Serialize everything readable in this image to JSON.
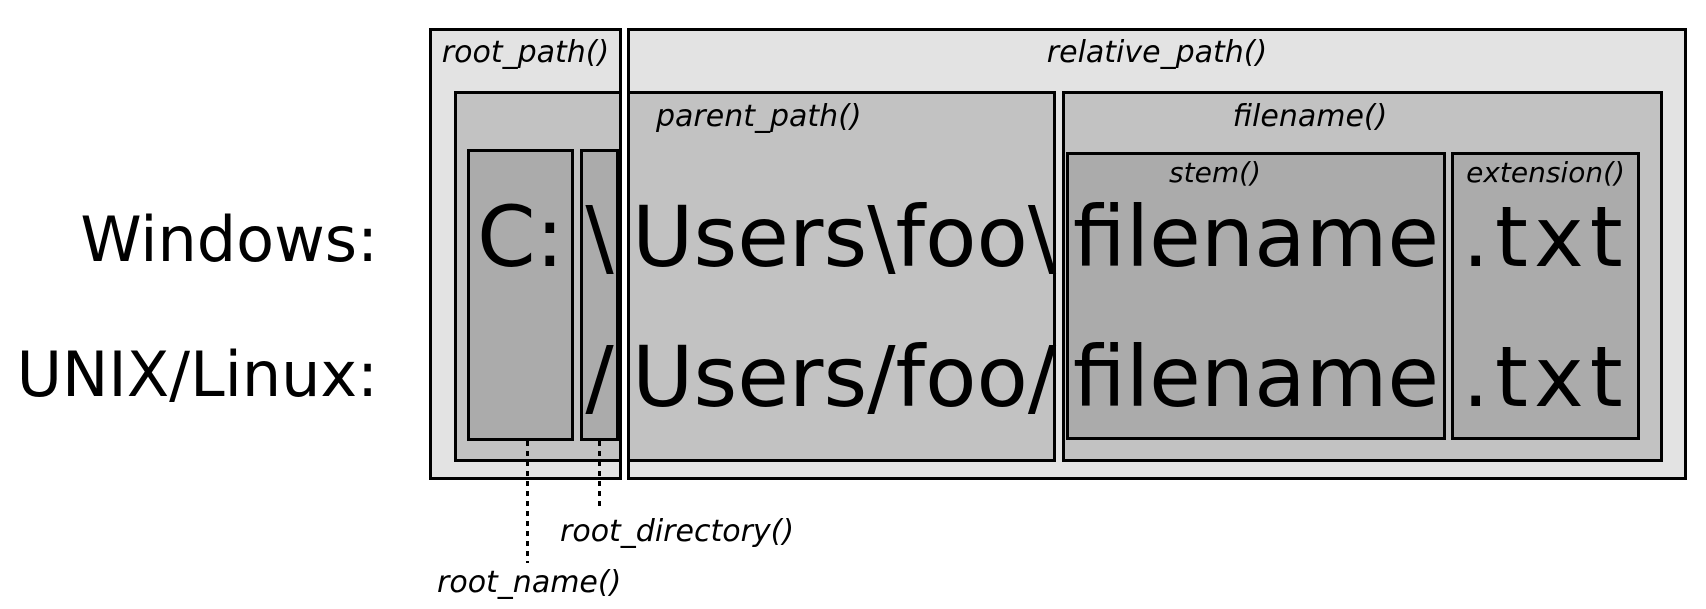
{
  "os_labels": {
    "windows": "Windows:",
    "unix": "UNIX/Linux:"
  },
  "function_labels": {
    "root_path": "root_path()",
    "relative_path": "relative_path()",
    "parent_path": "parent_path()",
    "filename": "filename()",
    "stem": "stem()",
    "extension": "extension()",
    "root_name": "root_name()",
    "root_directory": "root_directory()"
  },
  "paths": {
    "windows": {
      "root_name": "C:",
      "root_directory": "\\",
      "parent_rest": "Users\\foo\\",
      "stem": "filename",
      "extension": ".txt"
    },
    "unix": {
      "root_name": "",
      "root_directory": "/",
      "parent_rest": "Users/foo/",
      "stem": "filename",
      "extension": ".txt"
    }
  },
  "colors": {
    "outer_box": "#e3e3e3",
    "mid_box": "#c2c2c2",
    "dark_box": "#ababab",
    "border": "#000000",
    "text": "#000000",
    "background": "#ffffff"
  }
}
